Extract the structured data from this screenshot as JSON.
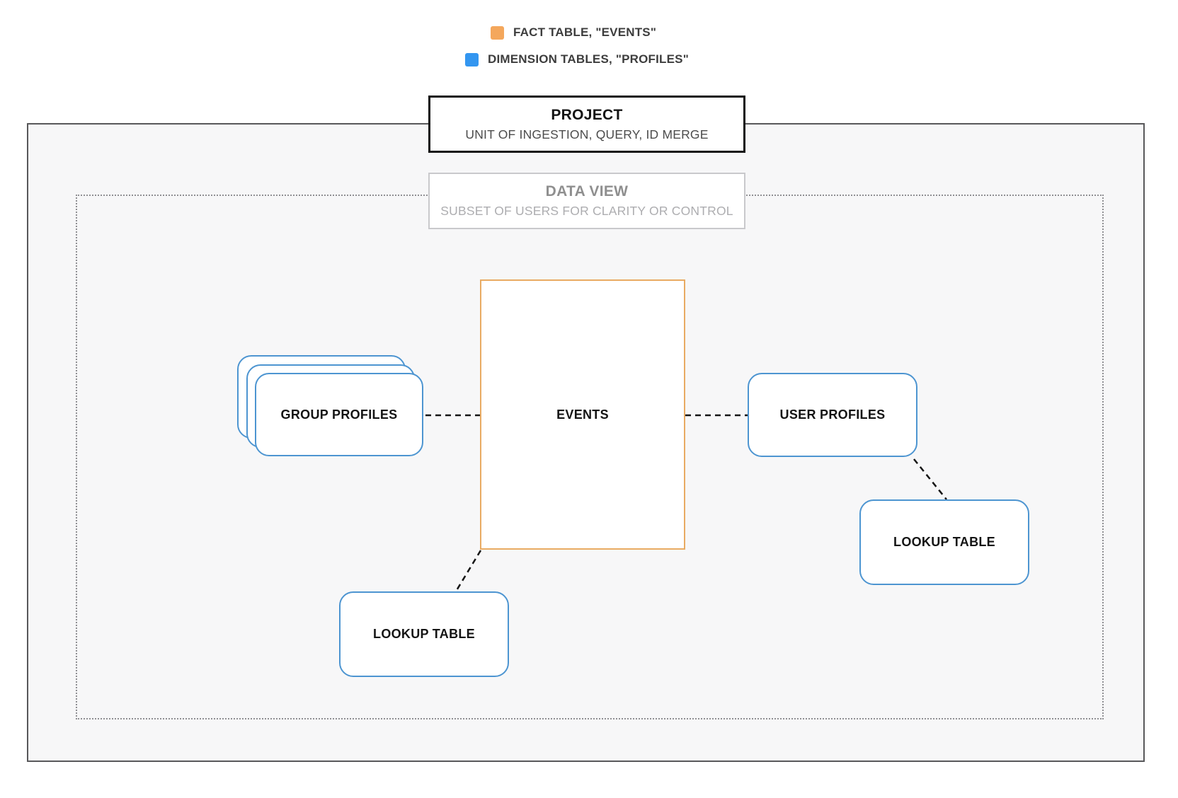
{
  "legend": {
    "items": [
      {
        "icon": "fact-table-swatch",
        "color": "#f4a75c",
        "label": "FACT TABLE, \"EVENTS\""
      },
      {
        "icon": "dimension-table-swatch",
        "color": "#3396f0",
        "label": "DIMENSION TABLES, \"PROFILES\""
      }
    ]
  },
  "project": {
    "title": "PROJECT",
    "subtitle": "UNIT OF INGESTION, QUERY, ID MERGE"
  },
  "data_view": {
    "title": "DATA VIEW",
    "subtitle": "SUBSET OF USERS FOR CLARITY OR CONTROL"
  },
  "nodes": {
    "events": {
      "label": "EVENTS",
      "type": "fact-table",
      "border_color": "#e9ab63"
    },
    "group_profiles": {
      "label": "GROUP PROFILES",
      "type": "dimension-table-stack",
      "border_color": "#4d95d1"
    },
    "user_profiles": {
      "label": "USER PROFILES",
      "type": "dimension-table",
      "border_color": "#4d95d1"
    },
    "lookup_left": {
      "label": "LOOKUP TABLE",
      "type": "dimension-table",
      "border_color": "#4d95d1"
    },
    "lookup_right": {
      "label": "LOOKUP TABLE",
      "type": "dimension-table",
      "border_color": "#4d95d1"
    }
  },
  "connections": [
    {
      "from": "group_profiles",
      "to": "events",
      "style": "dashed"
    },
    {
      "from": "events",
      "to": "user_profiles",
      "style": "dashed"
    },
    {
      "from": "user_profiles",
      "to": "lookup_right",
      "style": "dashed"
    },
    {
      "from": "events",
      "to": "lookup_left",
      "style": "dashed"
    }
  ],
  "colors": {
    "fact_orange": "#f4a75c",
    "dimension_blue": "#3396f0",
    "node_border_blue": "#4d95d1",
    "events_border_orange": "#e9ab63",
    "outer_rect_border": "#58585a",
    "outer_rect_fill": "#f7f7f8",
    "dotted_rect_border": "#8f8f93",
    "connector": "#161616"
  }
}
